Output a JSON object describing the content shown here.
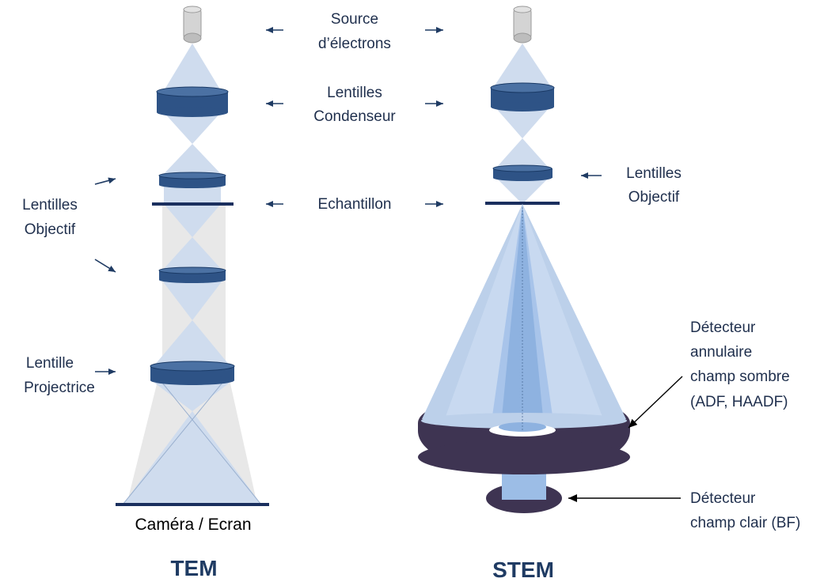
{
  "colors": {
    "beam": "#c9d8ec",
    "beam_light": "#dfe7f3",
    "beam_grey": "#e5e5e5",
    "lens": "#2e5386",
    "lens_top": "#4b71a3",
    "bar": "#1a2f5e",
    "stem_cone": "#b7cdea",
    "stem_cone_light": "#ccdcf0",
    "stem_center": "#8eb2e0",
    "detector": "#3e3452",
    "arrow": "#1f3b63"
  },
  "labels": {
    "source_line1": "Source",
    "source_line2": "d’électrons",
    "condenser_line1": "Lentilles",
    "condenser_line2": "Condenseur",
    "sample": "Echantillon",
    "tem_objective_line1": "Lentilles",
    "tem_objective_line2": "Objectif",
    "stem_objective_line1": "Lentilles",
    "stem_objective_line2": "Objectif",
    "projector_line1": "Lentille",
    "projector_line2": "Projectrice",
    "camera": "Caméra / Ecran",
    "adf_line1": "Détecteur",
    "adf_line2": "annulaire",
    "adf_line3": "champ sombre",
    "adf_line4": "(ADF, HAADF)",
    "bf_line1": "Détecteur",
    "bf_line2": "champ clair (BF)"
  },
  "titles": {
    "tem": "TEM",
    "stem": "STEM"
  }
}
